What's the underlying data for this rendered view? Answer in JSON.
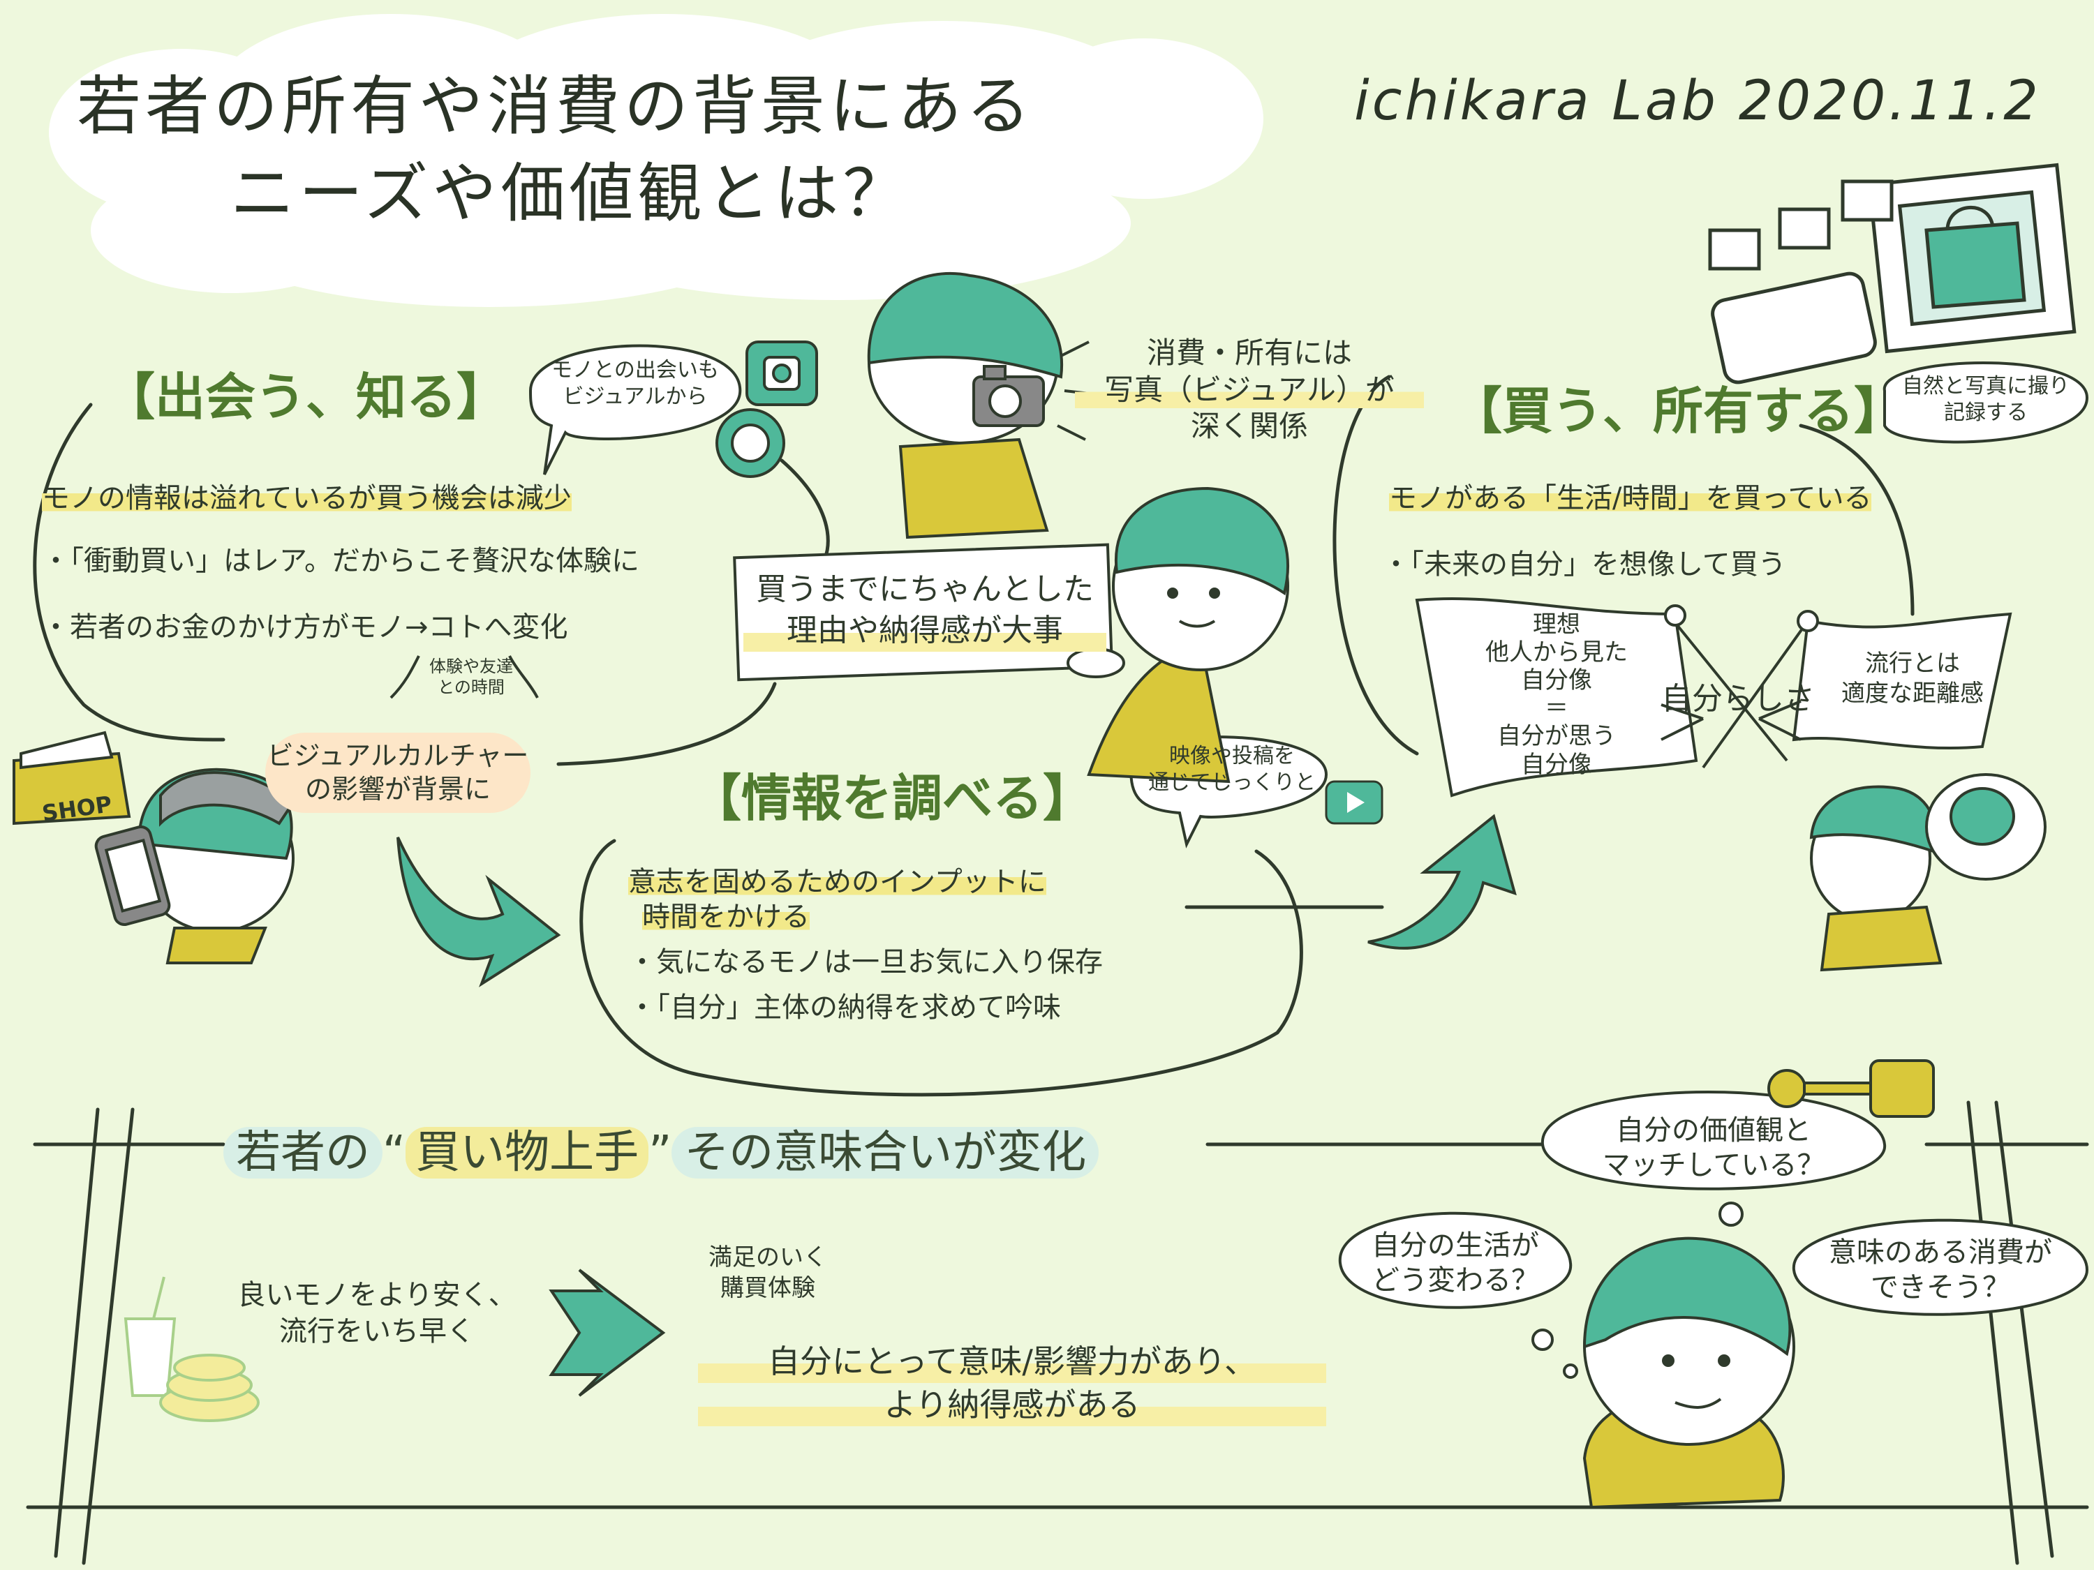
{
  "title": {
    "line1": "若者の所有や消費の背景にある",
    "line2": "ニーズや価値観とは？"
  },
  "credit": "ichikara Lab 2020.11.2",
  "section_meet": {
    "heading": "【出会う、知る】",
    "bubble": [
      "モノとの出会いも",
      "ビジュアルから"
    ],
    "bullets": [
      "モノの情報は溢れているが買う機会は減少",
      "・「衝動買い」はレア。だからこそ贅沢な体験に",
      "・若者のお金のかけ方がモノ→コトへ変化"
    ],
    "note_small": [
      "体験や友達",
      "との時間"
    ],
    "note_visual": [
      "ビジュアルカルチャー",
      "の影響が背景に"
    ],
    "shop_sign": "SHOP"
  },
  "photo_note": [
    "消費・所有には",
    "写真（ビジュアル）が",
    "深く関係"
  ],
  "center_card": [
    "買うまでにちゃんとした",
    "理由や納得感が大事"
  ],
  "section_research": {
    "heading": "【情報を調べる】",
    "bubble": [
      "映像や投稿を",
      "通じてじっくりと"
    ],
    "bullets": [
      "意志を固めるためのインプットに",
      "時間をかける",
      "・気になるモノは一旦お気に入り保存",
      "・「自分」主体の納得を求めて吟味"
    ]
  },
  "section_buy": {
    "heading": "【買う、所有する】",
    "bubble": [
      "自然と写真に撮り",
      "記録する"
    ],
    "bullets": [
      "モノがある「生活/時間」を買っている",
      "・「未来の自分」を想像して買う"
    ],
    "flag_left": [
      "理想",
      "他人から見た",
      "自分像",
      "＝",
      "自分が思う",
      "自分像"
    ],
    "flag_center": "自分らしさ",
    "flag_right": [
      "流行とは",
      "適度な距離感"
    ]
  },
  "bottom": {
    "banner_parts": [
      "若者の",
      "“",
      "買い物上手",
      "”",
      "その意味合いが変化"
    ],
    "before": [
      "良いモノをより安く、",
      "流行をいち早く"
    ],
    "satisfy": [
      "満足のいく",
      "購買体験"
    ],
    "after": [
      "自分にとって意味/影響力があり、",
      "より納得感がある"
    ],
    "thoughts": {
      "values": [
        "自分の価値観と",
        "マッチしている？"
      ],
      "life": [
        "自分の生活が",
        "どう変わる？"
      ],
      "meaning": [
        "意味のある消費が",
        "できそう？"
      ]
    }
  },
  "colors": {
    "background": "#eef8dd",
    "teal": "#4fb89a",
    "mustard": "#d9c83a",
    "highlight": "#f2e98a",
    "heading_green": "#4f7a2e"
  },
  "icons": [
    "camera-icon",
    "shopping-bag-icon",
    "smartphone-icon",
    "play-icon",
    "key-icon",
    "lock-icon",
    "drink-icon",
    "pancake-icon"
  ]
}
